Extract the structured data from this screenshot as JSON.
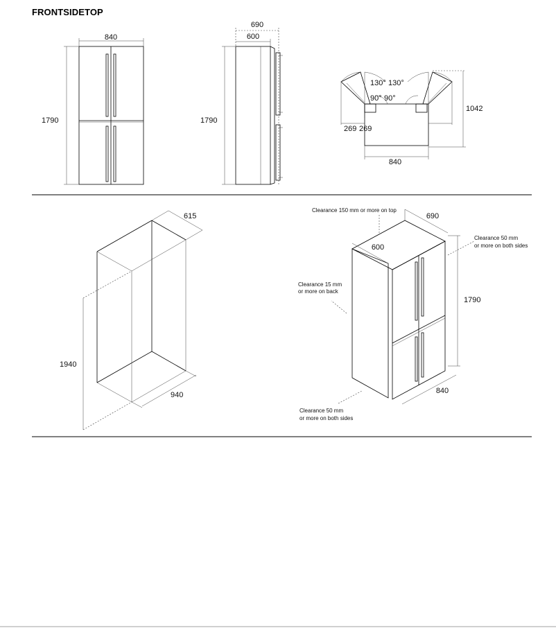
{
  "header": {
    "title": "FRONTSIDETOP"
  },
  "front_view": {
    "width": "840",
    "height": "1790"
  },
  "side_view": {
    "depth_total": "690",
    "depth_body": "600",
    "height": "1790"
  },
  "top_view": {
    "angle_left_outer": "130°",
    "angle_right_outer": "130°",
    "angle_left_inner": "90°",
    "angle_right_inner": "90°",
    "door_left": "269",
    "door_right": "269",
    "depth_open": "1042",
    "width": "840"
  },
  "niche_view": {
    "depth": "615",
    "height": "1940",
    "width": "940"
  },
  "iso_view": {
    "depth_total": "690",
    "depth_body": "600",
    "height": "1790",
    "width": "840",
    "clearance_top": "Clearance 150 mm or more on top",
    "clearance_side_line1": "Clearance 50 mm",
    "clearance_side_line2": "or more on both sides",
    "clearance_back_line1": "Clearance 15 mm",
    "clearance_back_line2": "or more on back",
    "clearance_front_line1": "Clearance 50 mm",
    "clearance_front_line2": "or more on both sides"
  }
}
